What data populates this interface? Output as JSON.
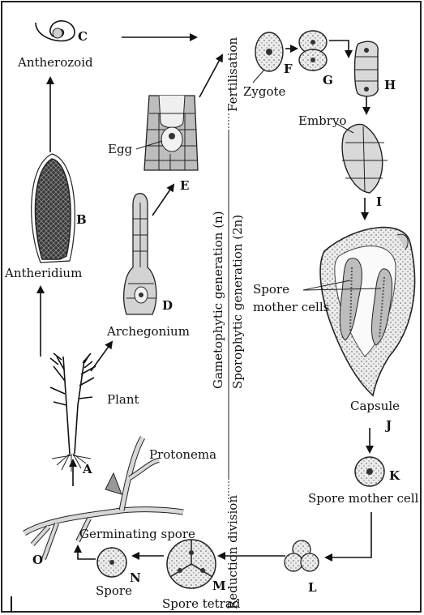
{
  "labels": {
    "antherozoid": "Antherozoid",
    "antheridium": "Antheridium",
    "archegonium": "Archegonium",
    "egg": "Egg",
    "plant": "Plant",
    "protonema": "Protonema",
    "germinating_spore": "Germinating spore",
    "spore": "Spore",
    "spore_tetrad": "Spore tetrad",
    "spore_mother_cell": "Spore mother cell",
    "capsule": "Capsule",
    "spore_mother_cells_1": "Spore",
    "spore_mother_cells_2": "mother cells",
    "embryo": "Embryo",
    "zygote": "Zygote",
    "fertilisation": "Fertilisation",
    "gametophytic": "Gametophytic generation (n)",
    "sporophytic": "Sporophytic generation (2n)",
    "reduction": "Reduction division"
  },
  "letters": {
    "A": "A",
    "B": "B",
    "C": "C",
    "D": "D",
    "E": "E",
    "F": "F",
    "G": "G",
    "H": "H",
    "I": "I",
    "J": "J",
    "K": "K",
    "L": "L",
    "M": "M",
    "N": "N",
    "O": "O"
  }
}
